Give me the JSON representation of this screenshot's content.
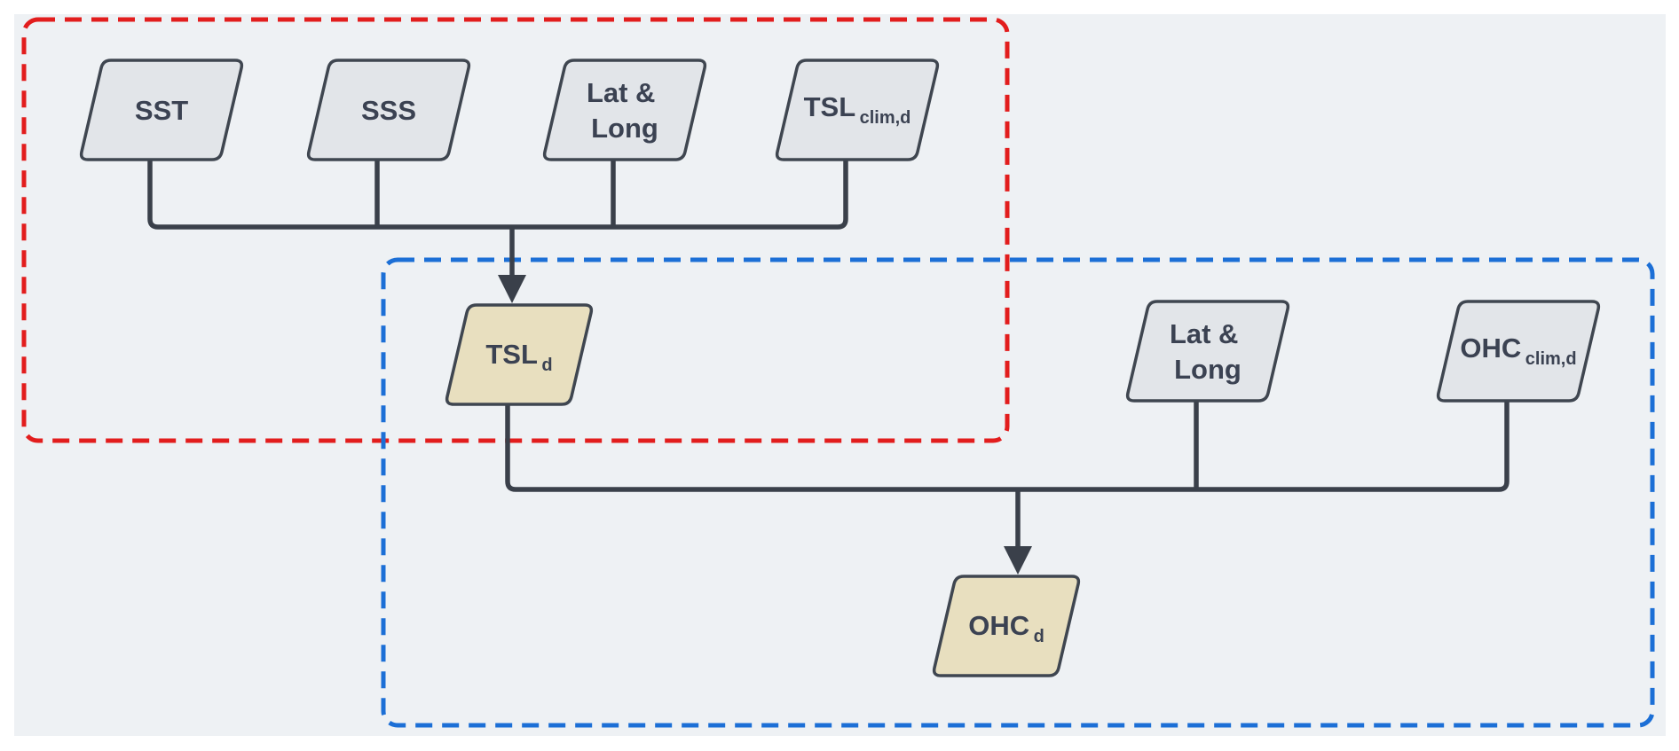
{
  "diagram": {
    "colors": {
      "canvas_bg": "#eef1f4",
      "node_fill_gray": "#e2e5e9",
      "node_fill_tan": "#e8dfbf",
      "node_border": "#3f4650",
      "connector": "#3a404a",
      "text": "#3b4252",
      "red_group": "#e21d1d",
      "blue_group": "#1c6fd6"
    },
    "groups": {
      "red_group_name": "tsl-derivation-group",
      "blue_group_name": "ohc-derivation-group"
    },
    "nodes": {
      "sst": {
        "label": "SST"
      },
      "sss": {
        "label": "SSS"
      },
      "lat_long_1": {
        "line1": "Lat &",
        "line2": "Long"
      },
      "tsl_clim": {
        "base": "TSL",
        "sub": "clim,d"
      },
      "tsl_d": {
        "base": "TSL",
        "sub": "d"
      },
      "lat_long_2": {
        "line1": "Lat &",
        "line2": "Long"
      },
      "ohc_clim": {
        "base": "OHC",
        "sub": "clim,d"
      },
      "ohc_d": {
        "base": "OHC",
        "sub": "d"
      }
    }
  }
}
